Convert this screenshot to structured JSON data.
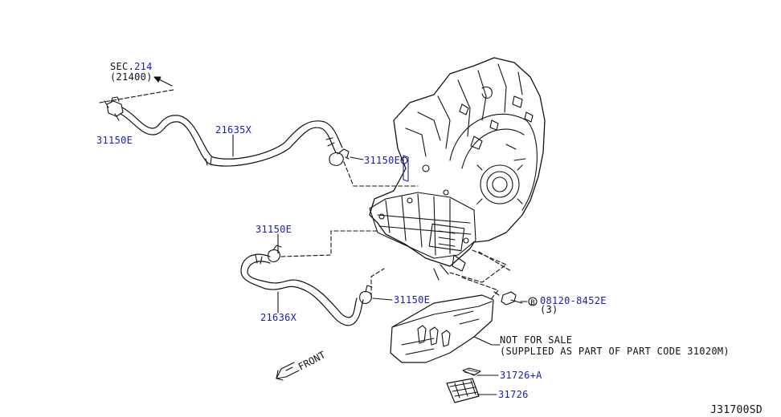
{
  "diagram_id": "J31700SD",
  "reference": {
    "sec_prefix": "SEC.",
    "sec_number": "214",
    "sub_code": "(21400)"
  },
  "parts": {
    "clip_a": "31150E",
    "clip_b": "31150E",
    "clip_c": "31150E",
    "clip_d": "31150E",
    "hose_upper": "21635X",
    "hose_lower": "21636X",
    "bolt": "08120-8452E",
    "bolt_qty": "(3)",
    "bolt_marker": "B",
    "plate": "31726+A",
    "strainer": "31726"
  },
  "notes": {
    "not_for_sale": "NOT FOR SALE",
    "supplied": "(SUPPLIED AS PART OF PART CODE 31020M)"
  },
  "direction": {
    "front": "FRONT"
  },
  "colors": {
    "part_number": "#1a1ab8",
    "line": "#111111",
    "background": "#ffffff"
  }
}
